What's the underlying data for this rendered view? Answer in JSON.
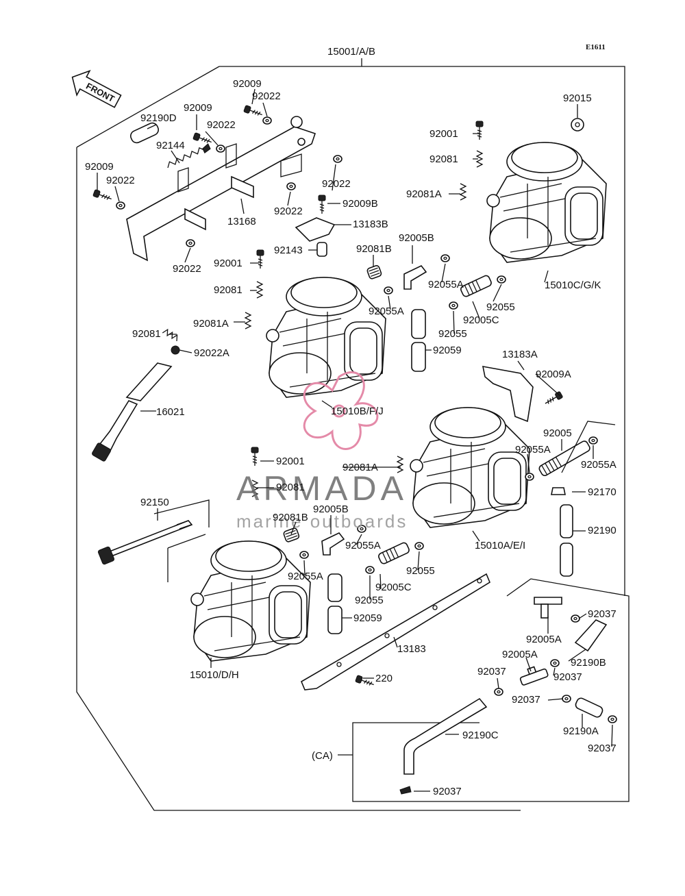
{
  "diagram_code": "E1611",
  "front_arrow_label": "FRONT",
  "assembly_label": "15001/A/B",
  "watermark": {
    "brand": "ARMADA",
    "tagline": "marine outboards",
    "color": "#e48aa8"
  },
  "labels": {
    "l1": "92009",
    "l2": "92022",
    "l3": "92009",
    "l4": "92022",
    "l5": "92190D",
    "l6": "92144",
    "l7": "92009",
    "l8": "92022",
    "l9": "92022",
    "l10": "92022",
    "l11": "13168",
    "l12": "92022",
    "l13": "92009B",
    "l14": "13183B",
    "l15": "92143",
    "l16": "92081B",
    "l17": "92005B",
    "l18": "92001",
    "l19": "92081",
    "l20": "92055A",
    "l21": "92055A",
    "l22": "92055",
    "l23": "92005C",
    "l24": "92055",
    "l25": "92081A",
    "l26": "92081",
    "l27": "92022A",
    "l28": "92059",
    "l29": "15010B/F/J",
    "l30": "16021",
    "l31": "92015",
    "l32": "92001",
    "l33": "92081",
    "l34": "92081A",
    "l35": "15010C/G/K",
    "l36": "13183A",
    "l37": "92009A",
    "l38": "92005",
    "l39": "92055A",
    "l40": "92055A",
    "l41": "92170",
    "l42": "92190",
    "l43": "15010A/E/I",
    "l44": "92001",
    "l45": "92081",
    "l46": "92081A",
    "l47": "92150",
    "l48": "92081B",
    "l49": "92005B",
    "l50": "92055A",
    "l51": "92055A",
    "l52": "92055",
    "l53": "92005C",
    "l54": "92055",
    "l55": "92059",
    "l56": "13183",
    "l57": "220",
    "l58": "15010/D/H",
    "l59": "92037",
    "l60": "92005A",
    "l61": "92190B",
    "l62": "92005A",
    "l63": "92037",
    "l64": "92037",
    "l65": "92037",
    "l66": "92190A",
    "l67": "92037",
    "l68": "92190C",
    "l69": "(CA)",
    "l70": "92037"
  }
}
